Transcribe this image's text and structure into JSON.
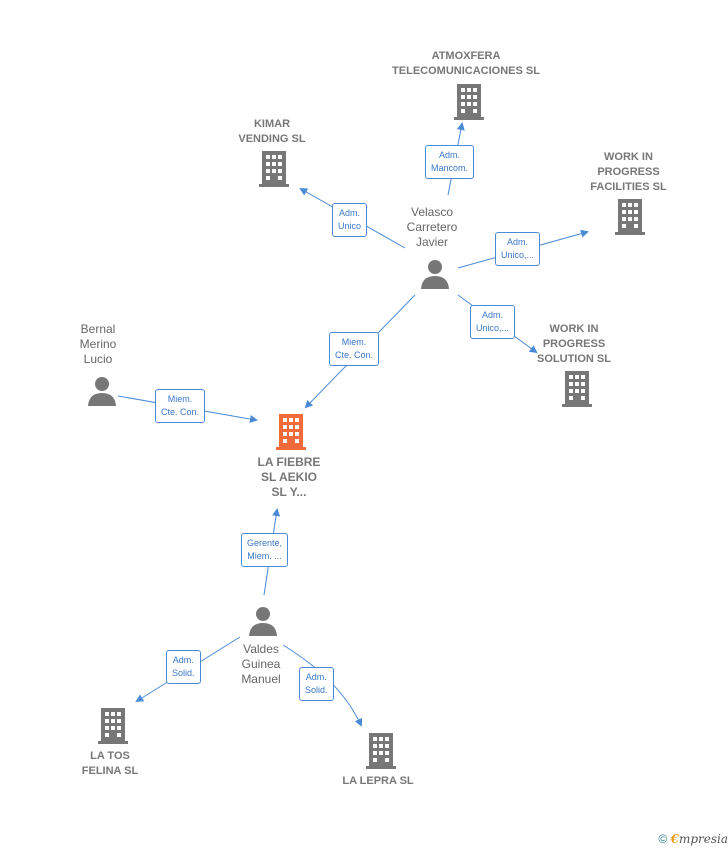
{
  "colors": {
    "edge": "#4a8ad6",
    "icon": "#777777",
    "main": "#f06a3a"
  },
  "main_company": {
    "label": "LA FIEBRE\nSL AEKIO\nSL Y...",
    "icon": "building-icon"
  },
  "companies": [
    {
      "id": "atmoxfera",
      "label": "ATMOXFERA\nTELECOMUNICACIONES SL",
      "icon": "building-icon"
    },
    {
      "id": "kimar",
      "label": "KIMAR\nVENDING  SL",
      "icon": "building-icon"
    },
    {
      "id": "wip-facilities",
      "label": "WORK IN\nPROGRESS\nFACILITIES  SL",
      "icon": "building-icon"
    },
    {
      "id": "wip-solution",
      "label": "WORK IN\nPROGRESS\nSOLUTION SL",
      "icon": "building-icon"
    },
    {
      "id": "la-tos",
      "label": "LA TOS\nFELINA  SL",
      "icon": "building-icon"
    },
    {
      "id": "la-lepra",
      "label": "LA LEPRA  SL",
      "icon": "building-icon"
    }
  ],
  "persons": [
    {
      "id": "velasco",
      "label": "Velasco\nCarretero\nJavier",
      "icon": "person-icon"
    },
    {
      "id": "bernal",
      "label": "Bernal\nMerino\nLucio",
      "icon": "person-icon"
    },
    {
      "id": "valdes",
      "label": "Valdes\nGuinea\nManuel",
      "icon": "person-icon"
    }
  ],
  "edges": [
    {
      "id": "e1",
      "label": "Adm.\nMancom."
    },
    {
      "id": "e2",
      "label": "Adm.\nUnico"
    },
    {
      "id": "e3",
      "label": "Adm.\nUnico,..."
    },
    {
      "id": "e4",
      "label": "Adm.\nUnico,..."
    },
    {
      "id": "e5",
      "label": "Miem.\nCte. Con."
    },
    {
      "id": "e6",
      "label": "Miem.\nCte. Con."
    },
    {
      "id": "e7",
      "label": "Gerente,\nMiem. ..."
    },
    {
      "id": "e8",
      "label": "Adm.\nSolid."
    },
    {
      "id": "e9",
      "label": "Adm.\nSolid."
    }
  ],
  "footer": {
    "copyright": "©",
    "brand_initial": "€",
    "brand_rest": "mpresia"
  }
}
